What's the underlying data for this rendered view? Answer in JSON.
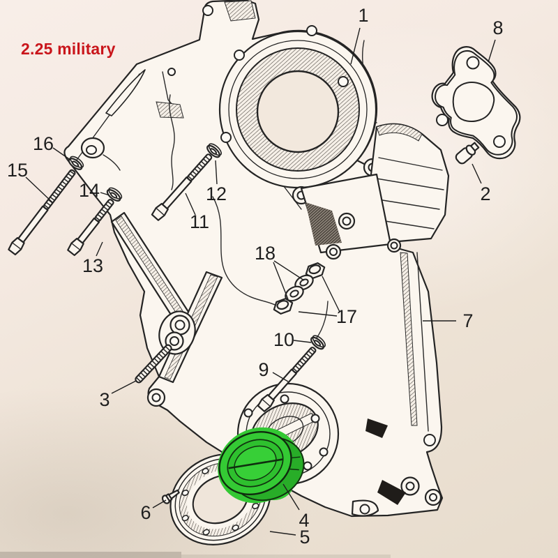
{
  "title": {
    "text": "2.25 military"
  },
  "colors": {
    "label_red": "#c9151b",
    "highlight_green": "#33c833",
    "ink_black": "#242424",
    "paper_light": "#f8eee8",
    "paper_dark": "#e7dccd"
  },
  "highlighted_part": {
    "callout": "4",
    "highlight_color": "#33c833"
  },
  "callouts": [
    {
      "label": "1"
    },
    {
      "label": "2"
    },
    {
      "label": "3"
    },
    {
      "label": "4"
    },
    {
      "label": "5"
    },
    {
      "label": "6"
    },
    {
      "label": "7"
    },
    {
      "label": "8"
    },
    {
      "label": "9"
    },
    {
      "label": "10"
    },
    {
      "label": "11"
    },
    {
      "label": "12"
    },
    {
      "label": "13"
    },
    {
      "label": "14"
    },
    {
      "label": "15"
    },
    {
      "label": "16"
    },
    {
      "label": "17"
    },
    {
      "label": "18"
    }
  ]
}
